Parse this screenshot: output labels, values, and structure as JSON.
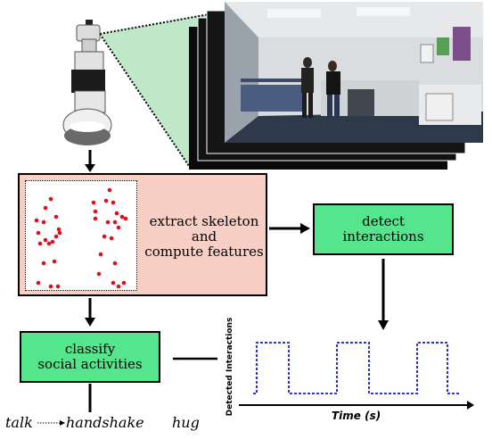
{
  "extract_box": {
    "line1": "extract skeleton",
    "line2": "and",
    "line3": "compute features"
  },
  "detect_box": {
    "line1": "detect",
    "line2": "interactions"
  },
  "classify_box": {
    "line1": "classify",
    "line2": "social activities"
  },
  "plot": {
    "ylabel": "Detected Interactions",
    "xlabel": "Time (s)",
    "signal_color": "#3333dd"
  },
  "activities": {
    "talk": "talk",
    "handshake": "handshake",
    "hug": "hug"
  },
  "colors": {
    "pink_box": "#f8cfc4",
    "green_box": "#55e58d",
    "skeleton_dots": "#e0101a",
    "view_cone": "#bfe8c9"
  }
}
